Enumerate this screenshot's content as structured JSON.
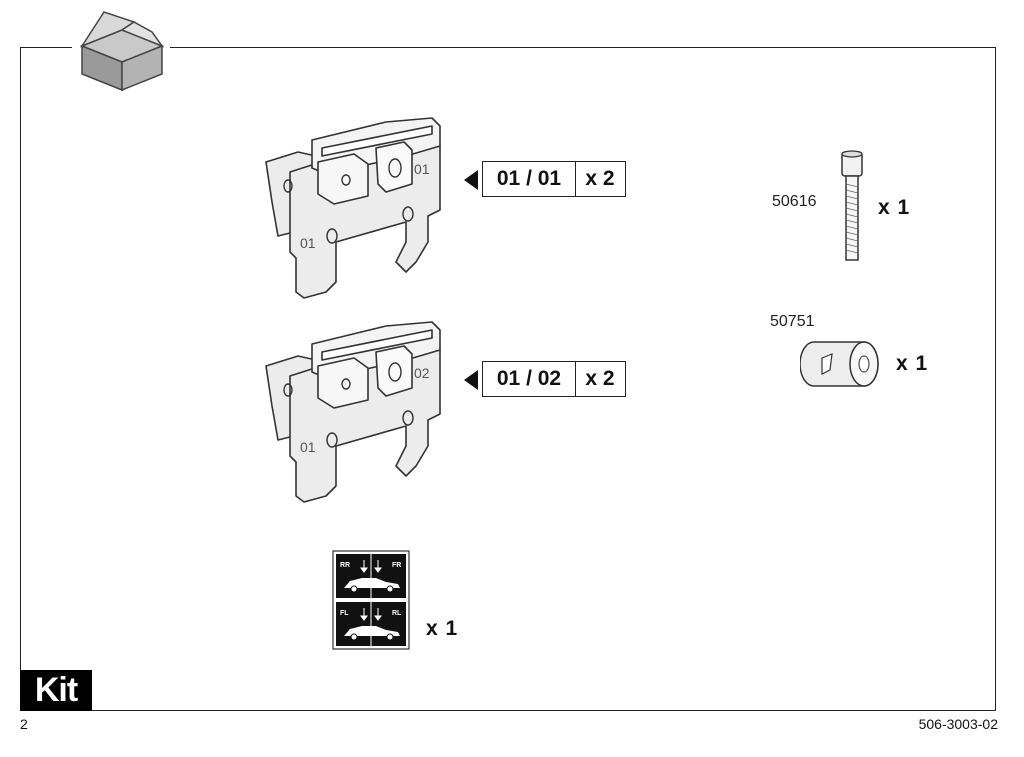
{
  "brackets": [
    {
      "stamp_upper": "01",
      "stamp_lower": "01",
      "tag_code": "01 / 01",
      "tag_qty": "x 2"
    },
    {
      "stamp_upper": "02",
      "stamp_lower": "01",
      "tag_code": "01 / 02",
      "tag_qty": "x 2"
    }
  ],
  "bolt": {
    "part_number": "50616",
    "qty": "x 1"
  },
  "sleeve": {
    "part_number": "50751",
    "qty": "x 1"
  },
  "sticker": {
    "top_left": "RR",
    "top_right": "FR",
    "bottom_left": "FL",
    "bottom_right": "RL",
    "qty": "x 1"
  },
  "footer": {
    "section": "Kit",
    "page": "2",
    "doc_number": "506-3003-02"
  }
}
